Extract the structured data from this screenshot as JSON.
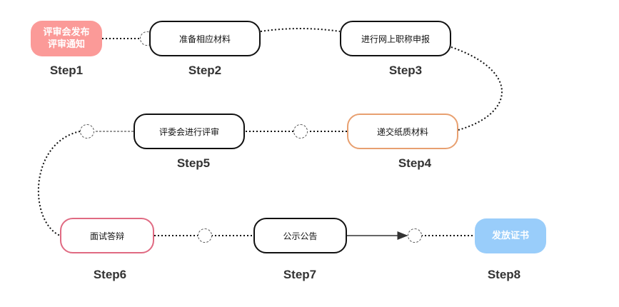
{
  "colors": {
    "step1_fill": "#fb9a98",
    "step4_border": "#e8a070",
    "step6_border": "#e06a82",
    "step8_fill": "#99cdfa",
    "default_border": "#111111",
    "connector": "#111111"
  },
  "steps": [
    {
      "id": 1,
      "text": "评审会发布\n评审通知",
      "label": "Step1"
    },
    {
      "id": 2,
      "text": "准备相应材料",
      "label": "Step2"
    },
    {
      "id": 3,
      "text": "进行网上职称申报",
      "label": "Step3"
    },
    {
      "id": 4,
      "text": "递交纸质材料",
      "label": "Step4"
    },
    {
      "id": 5,
      "text": "评委会进行评审",
      "label": "Step5"
    },
    {
      "id": 6,
      "text": "面试答辩",
      "label": "Step6"
    },
    {
      "id": 7,
      "text": "公示公告",
      "label": "Step7"
    },
    {
      "id": 8,
      "text": "发放证书",
      "label": "Step8"
    }
  ],
  "flow": [
    "1->2",
    "2->3",
    "3->4",
    "4->5",
    "5->6",
    "6->7",
    "7->8"
  ]
}
